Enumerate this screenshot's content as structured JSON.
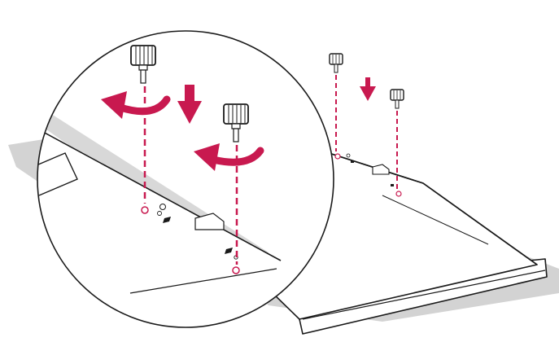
{
  "figure": {
    "kind": "assembly-illustration",
    "step": "insert-and-tighten-thumb-screws-into-tv-back-holes",
    "colors": {
      "panel_back": "#ffffff",
      "panel_outline": "#1a1a1a",
      "shadow": "#d3d3d3",
      "accent": "#c8194f",
      "screw_fill": "#ffffff",
      "screw_stroke": "#1a1a1a"
    },
    "main_view": {
      "screw_count": 2,
      "direction": "down"
    },
    "magnified_view": {
      "screw_count": 2,
      "direction": "down",
      "rotation": "counterclockwise"
    }
  },
  "icons": {
    "down_arrow": "down-arrow-icon",
    "rotate_arrow": "rotate-arrow-icon",
    "thumb_screw": "thumb-screw-icon"
  }
}
